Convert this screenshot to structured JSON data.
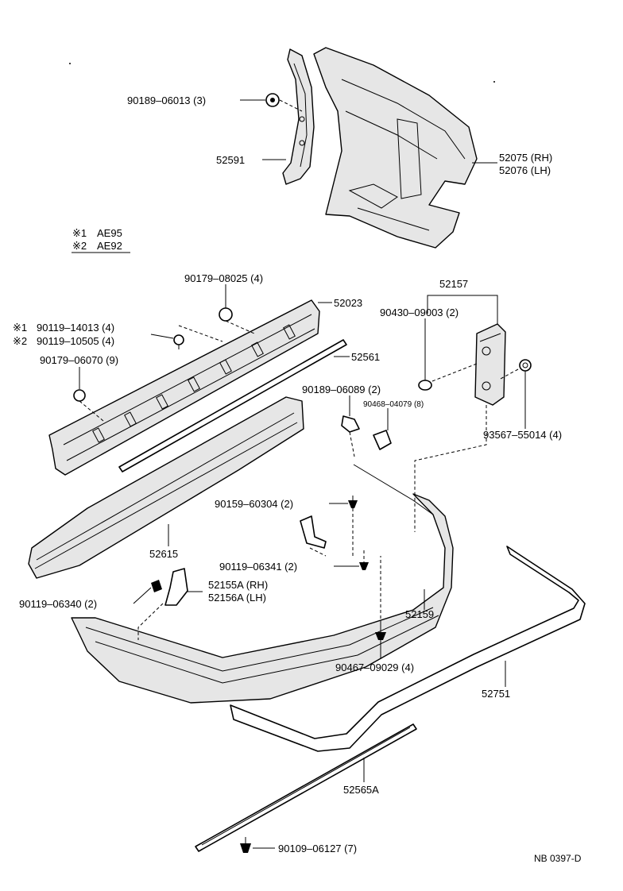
{
  "legend": {
    "mark1_code": "AE95",
    "mark2_code": "AE92"
  },
  "parts": {
    "p90189_06013": "90189–06013 (3)",
    "p52591": "52591",
    "p52075": "52075 (RH)",
    "p52076": "52076 (LH)",
    "p90179_08025": "90179–08025 (4)",
    "p52023": "52023",
    "p90119_14013": "90119–14013 (4)",
    "p90119_10505": "90119–10505 (4)",
    "p52561": "52561",
    "p90179_06070": "90179–06070 (9)",
    "p52157": "52157",
    "p90430_09003": "90430–09003 (2)",
    "p90189_06089": "90189–06089 (2)",
    "p90468_04079": "90468–04079 (8)",
    "p93567_55014": "93567–55014 (4)",
    "p90159_60304": "90159–60304 (2)",
    "p52615": "52615",
    "p90119_06341": "90119–06341 (2)",
    "p90119_06340": "90119–06340 (2)",
    "p52155A": "52155A (RH)",
    "p52156A": "52156A (LH)",
    "p52159": "52159",
    "p90467_09029": "90467–09029 (4)",
    "p52751": "52751",
    "p52565A": "52565A",
    "p90109_06127": "90109–06127 (7)"
  },
  "footer": {
    "diagram_code": "NB  0397-D"
  }
}
